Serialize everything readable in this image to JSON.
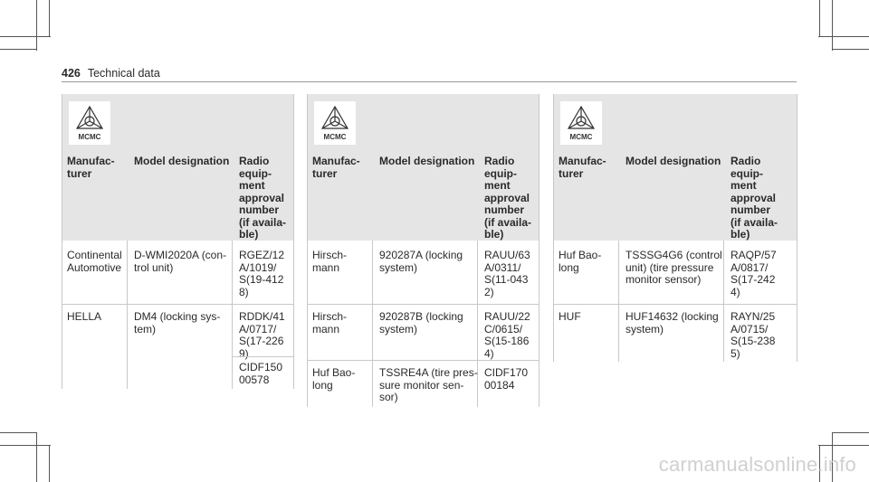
{
  "header": {
    "page_number": "426",
    "title": "Technical data"
  },
  "logo_text": "MCMC",
  "tables": [
    {
      "columns": [
        "Manufac-\nturer",
        "Model designation",
        "Radio\nequip-\nment\napproval\nnumber\n(if availa-\nble)"
      ],
      "rows": [
        {
          "manufacturer": "Continental\nAutomotive",
          "model": "D-WMI2020A (con-\ntrol unit)",
          "approval": "RGEZ/12\nA/1019/\nS(19-412\n8)"
        },
        {
          "manufacturer": "HELLA",
          "model": "DM4 (locking sys-\ntem)",
          "approval": "RDDK/41\nA/0717/\nS(17-226\n9)",
          "approval2": "CIDF150\n00578"
        }
      ]
    },
    {
      "columns": [
        "Manufac-\nturer",
        "Model designation",
        "Radio\nequip-\nment\napproval\nnumber\n(if availa-\nble)"
      ],
      "rows": [
        {
          "manufacturer": "Hirsch-\nmann",
          "model": "920287A (locking\nsystem)",
          "approval": "RAUU/63\nA/0311/\nS(11-043\n2)"
        },
        {
          "manufacturer": "Hirsch-\nmann",
          "model": "920287B (locking\nsystem)",
          "approval": "RAUU/22\nC/0615/\nS(15-186\n4)"
        },
        {
          "manufacturer": "Huf Bao-\nlong",
          "model": "TSSRE4A (tire pres-\nsure monitor sen-\nsor)",
          "approval": "CIDF170\n00184"
        }
      ]
    },
    {
      "columns": [
        "Manufac-\nturer",
        "Model designation",
        "Radio\nequip-\nment\napproval\nnumber\n(if availa-\nble)"
      ],
      "rows": [
        {
          "manufacturer": "Huf Bao-\nlong",
          "model": "TSSSG4G6 (control\nunit) (tire pressure\nmonitor sensor)",
          "approval": "RAQP/57\nA/0817/\nS(17-242\n4)"
        },
        {
          "manufacturer": "HUF",
          "model": "HUF14632 (locking\nsystem)",
          "approval": "RAYN/25\nA/0715/\nS(15-238\n5)"
        }
      ]
    }
  ],
  "watermark": "carmanualsonline.info"
}
